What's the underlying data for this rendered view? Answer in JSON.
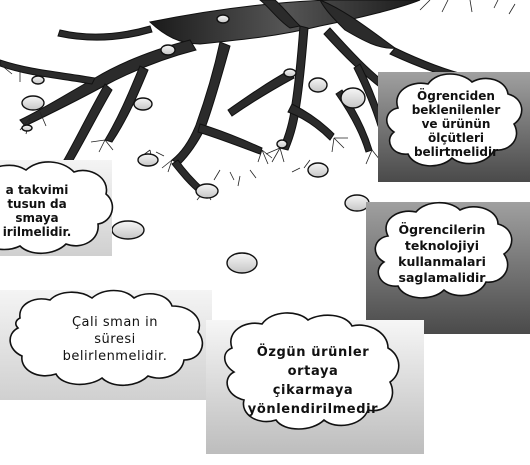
{
  "clouds": {
    "top_right": {
      "lines": [
        "Ögrenciden",
        "beklenilenler",
        "ve ürünün",
        "ölçütleri",
        "belirtmelidir"
      ]
    },
    "left_clipped": {
      "lines": [
        "a takvimi",
        "tusun da",
        "smaya",
        "irilmelidir."
      ]
    },
    "right_middle": {
      "lines": [
        "Ögrencilerin",
        "teknolojiyi",
        "kullanmalari",
        "saglamalidir"
      ]
    },
    "bottom_left": {
      "lines": [
        "Çali sman in",
        "süresi",
        "belirlenmelidir."
      ]
    },
    "bottom_center": {
      "lines": [
        "Özgün  ürünler",
        "ortaya",
        "çikarmaya",
        "yönlendirilmedir"
      ]
    }
  },
  "colors": {
    "root": "#2a2a2a",
    "panel_light": "#ececec",
    "panel_dark": "#707070",
    "bubble_fill": "#e9e9e9"
  }
}
